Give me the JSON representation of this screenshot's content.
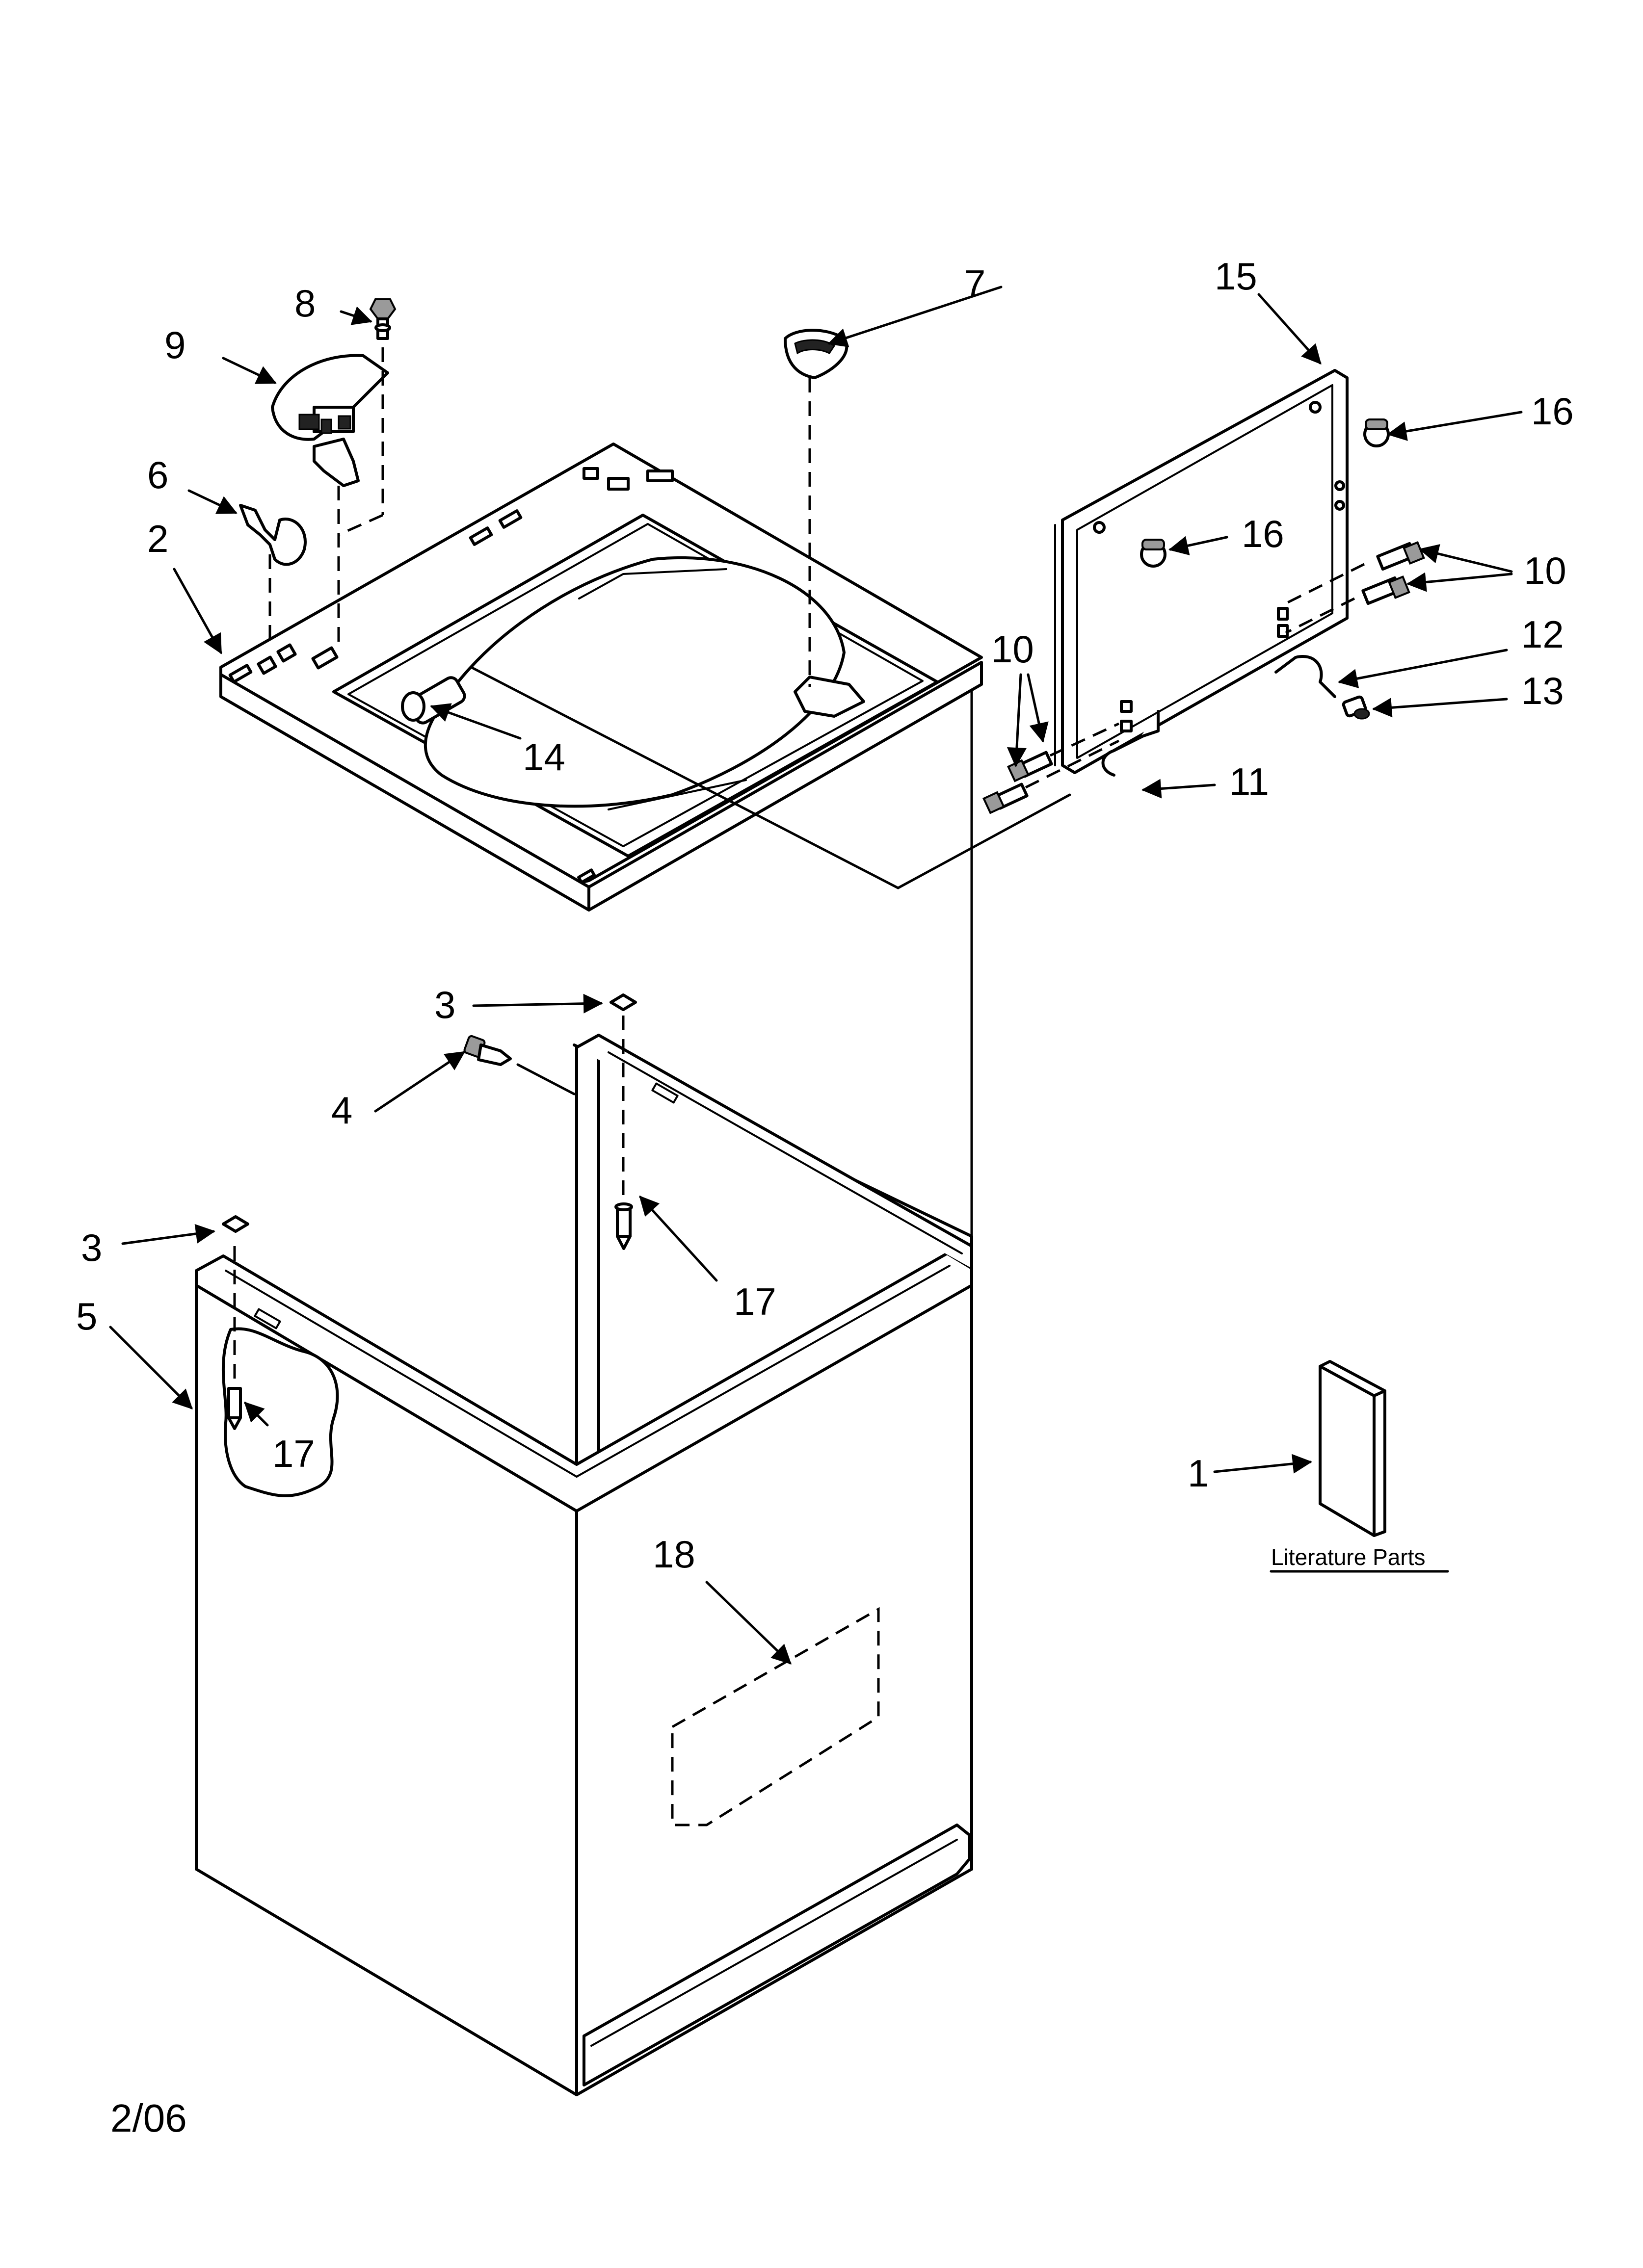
{
  "callouts": {
    "c1": "1",
    "c2": "2",
    "c3a": "3",
    "c3b": "3",
    "c4": "4",
    "c5": "5",
    "c6": "6",
    "c7": "7",
    "c8": "8",
    "c9": "9",
    "c10a": "10",
    "c10b": "10",
    "c11": "11",
    "c12": "12",
    "c13": "13",
    "c14": "14",
    "c15": "15",
    "c16a": "16",
    "c16b": "16",
    "c17a": "17",
    "c17b": "17",
    "c18": "18"
  },
  "literature_caption": "Literature Parts",
  "revision_date": "2/06"
}
